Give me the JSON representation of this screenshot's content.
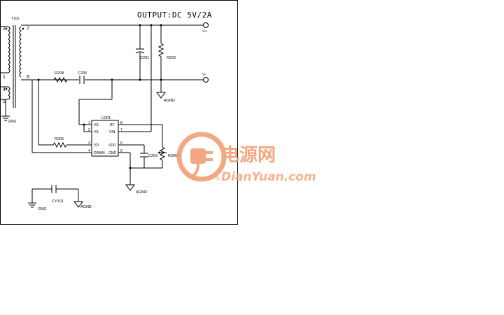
{
  "title": "OUTPUT:DC 5V/2A",
  "terminals": {
    "vplus": "V+",
    "vminus": "V-"
  },
  "transformer": {
    "ref": "T101",
    "pins": [
      "2",
      "7",
      "1",
      "6",
      "4",
      "5"
    ]
  },
  "components": {
    "r208": "R208",
    "c205": "C205",
    "c201": "C201",
    "r202": "R202",
    "u201": "U201",
    "r205": "R205",
    "c203": "C203",
    "r206a": "R206A",
    "cy101": "CY101"
  },
  "ic": {
    "left_pins": [
      {
        "num": "1",
        "name": "VS"
      },
      {
        "num": "2",
        "name": "VS"
      },
      {
        "num": "3",
        "name": "VD"
      },
      {
        "num": "4",
        "name": "DRAIN"
      }
    ],
    "right_pins": [
      {
        "num": "8",
        "name": "RT"
      },
      {
        "num": "7",
        "name": "VIN"
      },
      {
        "num": "6",
        "name": "VDD"
      },
      {
        "num": "5",
        "name": "GND"
      }
    ]
  },
  "grounds": {
    "agnd_top": "AGND",
    "agnd_mid": "AGND",
    "agnd_bottom": "AGND",
    "gnd_left": "GND",
    "gnd_bottom": "GND"
  },
  "watermark": {
    "cn": "电源网",
    "en": "DianYuan.com",
    "reg": "®"
  },
  "colors": {
    "watermark": "#f39a6c",
    "line": "#000000"
  }
}
